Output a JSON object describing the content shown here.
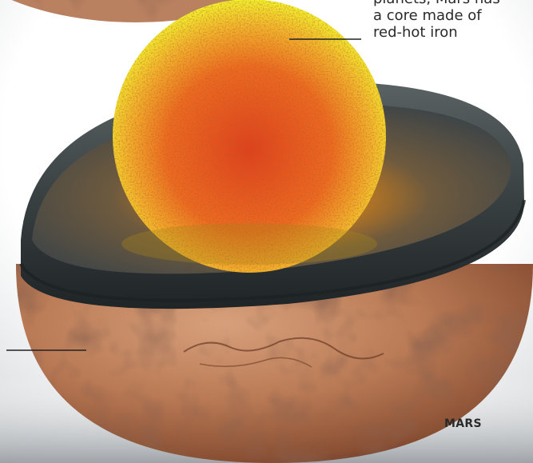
{
  "caption": {
    "lines": [
      "planets, Mars has",
      "a core made of",
      "red-hot iron"
    ]
  },
  "planet_label": "MARS",
  "colors": {
    "core_inner": "#e8501c",
    "core_outer": "#f3f02c",
    "mantle": "#3b4244",
    "crust": "#b87652",
    "background": "#ffffff"
  }
}
